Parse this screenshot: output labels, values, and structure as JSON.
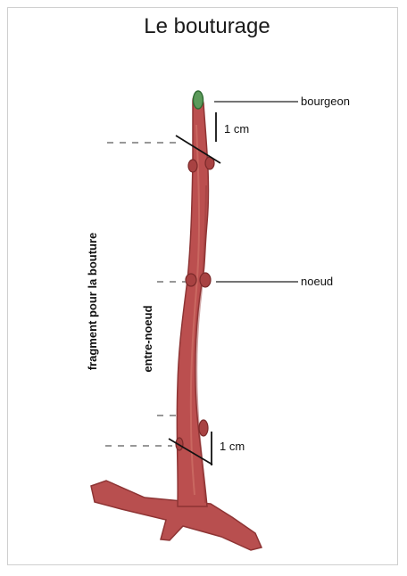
{
  "diagram": {
    "title": "Le bouturage",
    "labels": {
      "bud": "bourgeon",
      "top_measure": "1 cm",
      "node": "noeud",
      "bottom_measure": "1 cm",
      "cutting_fragment": "fragment pour la bouture",
      "internode": "entre-noeud"
    }
  }
}
